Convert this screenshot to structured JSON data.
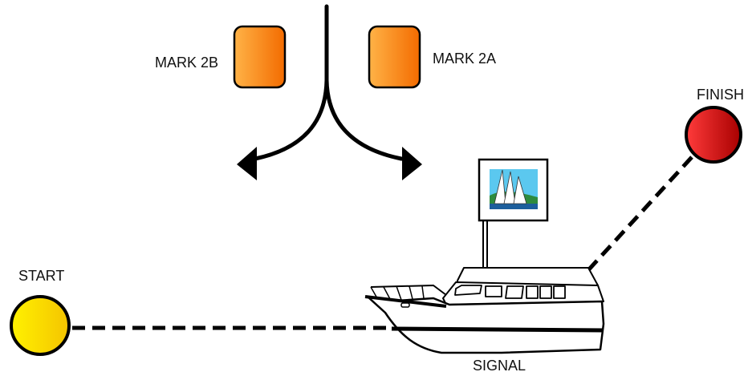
{
  "labels": {
    "mark_2b": "MARK 2B",
    "mark_2a": "MARK 2A",
    "finish": "FINISH",
    "start": "START",
    "signal": "SIGNAL"
  },
  "colors": {
    "mark_light": "#ffb347",
    "mark_dark": "#f36b00",
    "finish_light": "#ff3b3b",
    "finish_dark": "#a80000",
    "start_light": "#fff200",
    "start_dark": "#f5c400",
    "outline": "#000000",
    "flag_sky": "#5bc8ef",
    "flag_water": "#1c5e9c",
    "flag_land": "#2e8b3e",
    "flag_sail": "#ffffff"
  },
  "icons": {
    "flag": "sailboat-flag-icon",
    "course_arrows": "fork-arrow-icon",
    "boat": "motor-yacht-icon"
  }
}
